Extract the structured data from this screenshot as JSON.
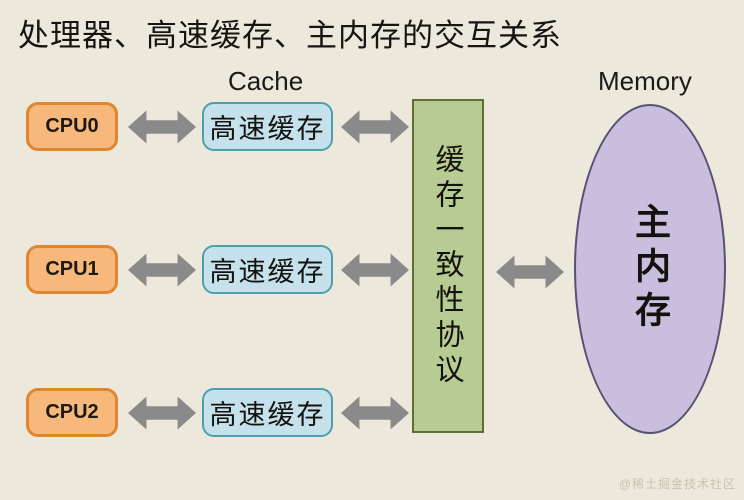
{
  "title": "处理器、高速缓存、主内存的交互关系",
  "column_labels": {
    "cache": "Cache",
    "memory": "Memory"
  },
  "rows": [
    {
      "cpu": "CPU0",
      "cache": "高速缓存"
    },
    {
      "cpu": "CPU1",
      "cache": "高速缓存"
    },
    {
      "cpu": "CPU2",
      "cache": "高速缓存"
    }
  ],
  "protocol": "缓存一致性协议",
  "memory": "主内存",
  "watermark": "@稀土掘金技术社区",
  "icons": {
    "connector": "double-headed-arrow"
  },
  "colors": {
    "background": "#ece8db",
    "cpu_fill": "#f7b87b",
    "cpu_border": "#e0862e",
    "cache_fill": "#c5e2ec",
    "cache_border": "#4e9fae",
    "protocol_fill": "#b7cc92",
    "protocol_border": "#5f6f33",
    "memory_fill": "#c9bede",
    "memory_border": "#575170",
    "arrow": "#8a8a8a",
    "text": "#14120f"
  }
}
